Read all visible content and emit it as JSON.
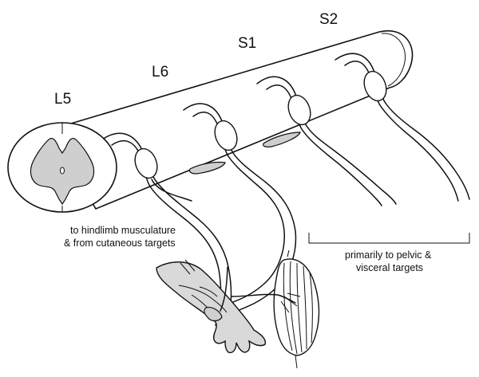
{
  "segments": {
    "l5": "L5",
    "l6": "L6",
    "s1": "S1",
    "s2": "S2"
  },
  "annotations": {
    "hindlimb_line1": "to hindlimb musculature",
    "hindlimb_line2": "& from cutaneous targets",
    "pelvic_line1": "primarily to pelvic &",
    "pelvic_line2": "visceral targets"
  },
  "colors": {
    "outline": "#111111",
    "grey_matter": "#cfcfcf",
    "hindlimb_skin": "#d9d9d9",
    "background": "#ffffff"
  }
}
